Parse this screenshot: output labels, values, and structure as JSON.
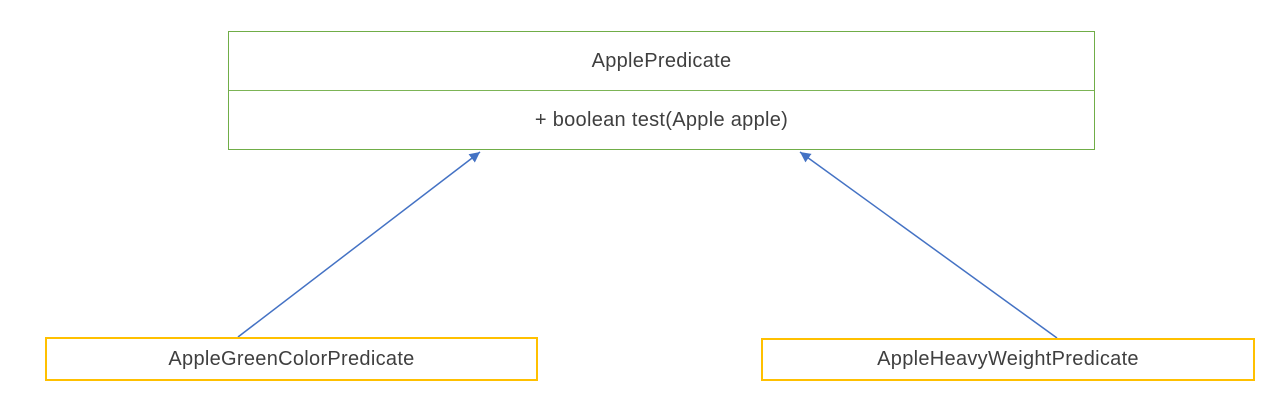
{
  "diagram": {
    "type": "uml-class-diagram",
    "parent_class": {
      "name": "ApplePredicate",
      "method": "+ boolean test(Apple apple)",
      "border_color": "#70AD47"
    },
    "child_classes": [
      {
        "name": "AppleGreenColorPredicate",
        "border_color": "#FFC000"
      },
      {
        "name": "AppleHeavyWeightPredicate",
        "border_color": "#FFC000"
      }
    ],
    "arrows": [
      {
        "from": "AppleGreenColorPredicate",
        "to": "ApplePredicate",
        "style": "solid-filled-head",
        "color": "#4472C4"
      },
      {
        "from": "AppleHeavyWeightPredicate",
        "to": "ApplePredicate",
        "style": "solid-filled-head",
        "color": "#4472C4"
      }
    ]
  }
}
